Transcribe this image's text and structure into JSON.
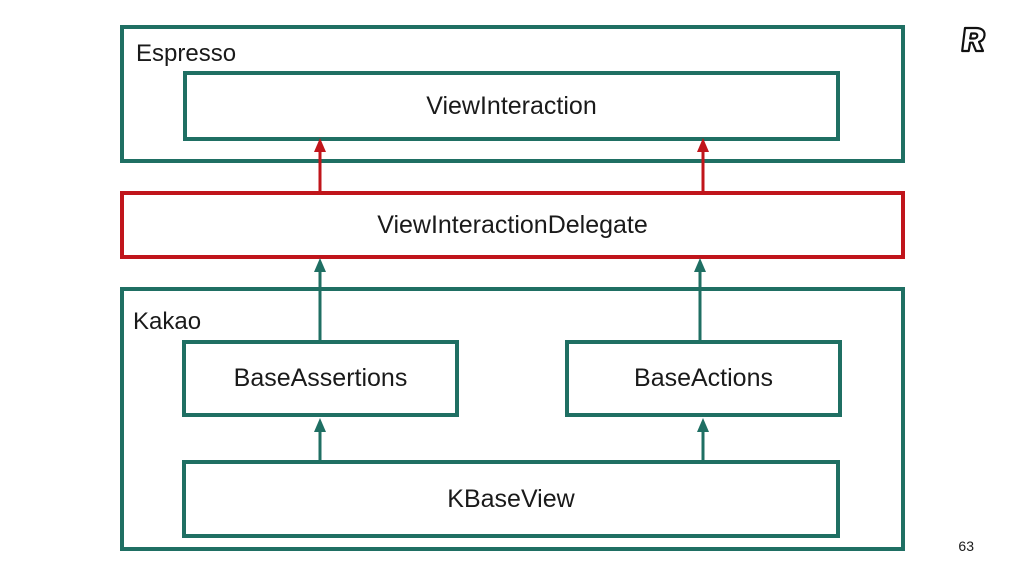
{
  "diagram": {
    "espresso_label": "Espresso",
    "kakao_label": "Kakao",
    "nodes": {
      "view_interaction": "ViewInteraction",
      "view_interaction_delegate": "ViewInteractionDelegate",
      "base_assertions": "BaseAssertions",
      "base_actions": "BaseActions",
      "kbase_view": "KBaseView"
    },
    "edges": [
      {
        "from": "view_interaction_delegate",
        "to": "view_interaction",
        "color": "#c0151b"
      },
      {
        "from": "view_interaction_delegate",
        "to": "view_interaction",
        "color": "#c0151b"
      },
      {
        "from": "base_assertions",
        "to": "view_interaction_delegate",
        "color": "#1f6f63"
      },
      {
        "from": "base_actions",
        "to": "view_interaction_delegate",
        "color": "#1f6f63"
      },
      {
        "from": "kbase_view",
        "to": "base_assertions",
        "color": "#1f6f63"
      },
      {
        "from": "kbase_view",
        "to": "base_actions",
        "color": "#1f6f63"
      }
    ]
  },
  "colors": {
    "teal": "#1f6f63",
    "red": "#c0151b"
  },
  "logo_icon": "r-logo-icon",
  "page_number": "63"
}
